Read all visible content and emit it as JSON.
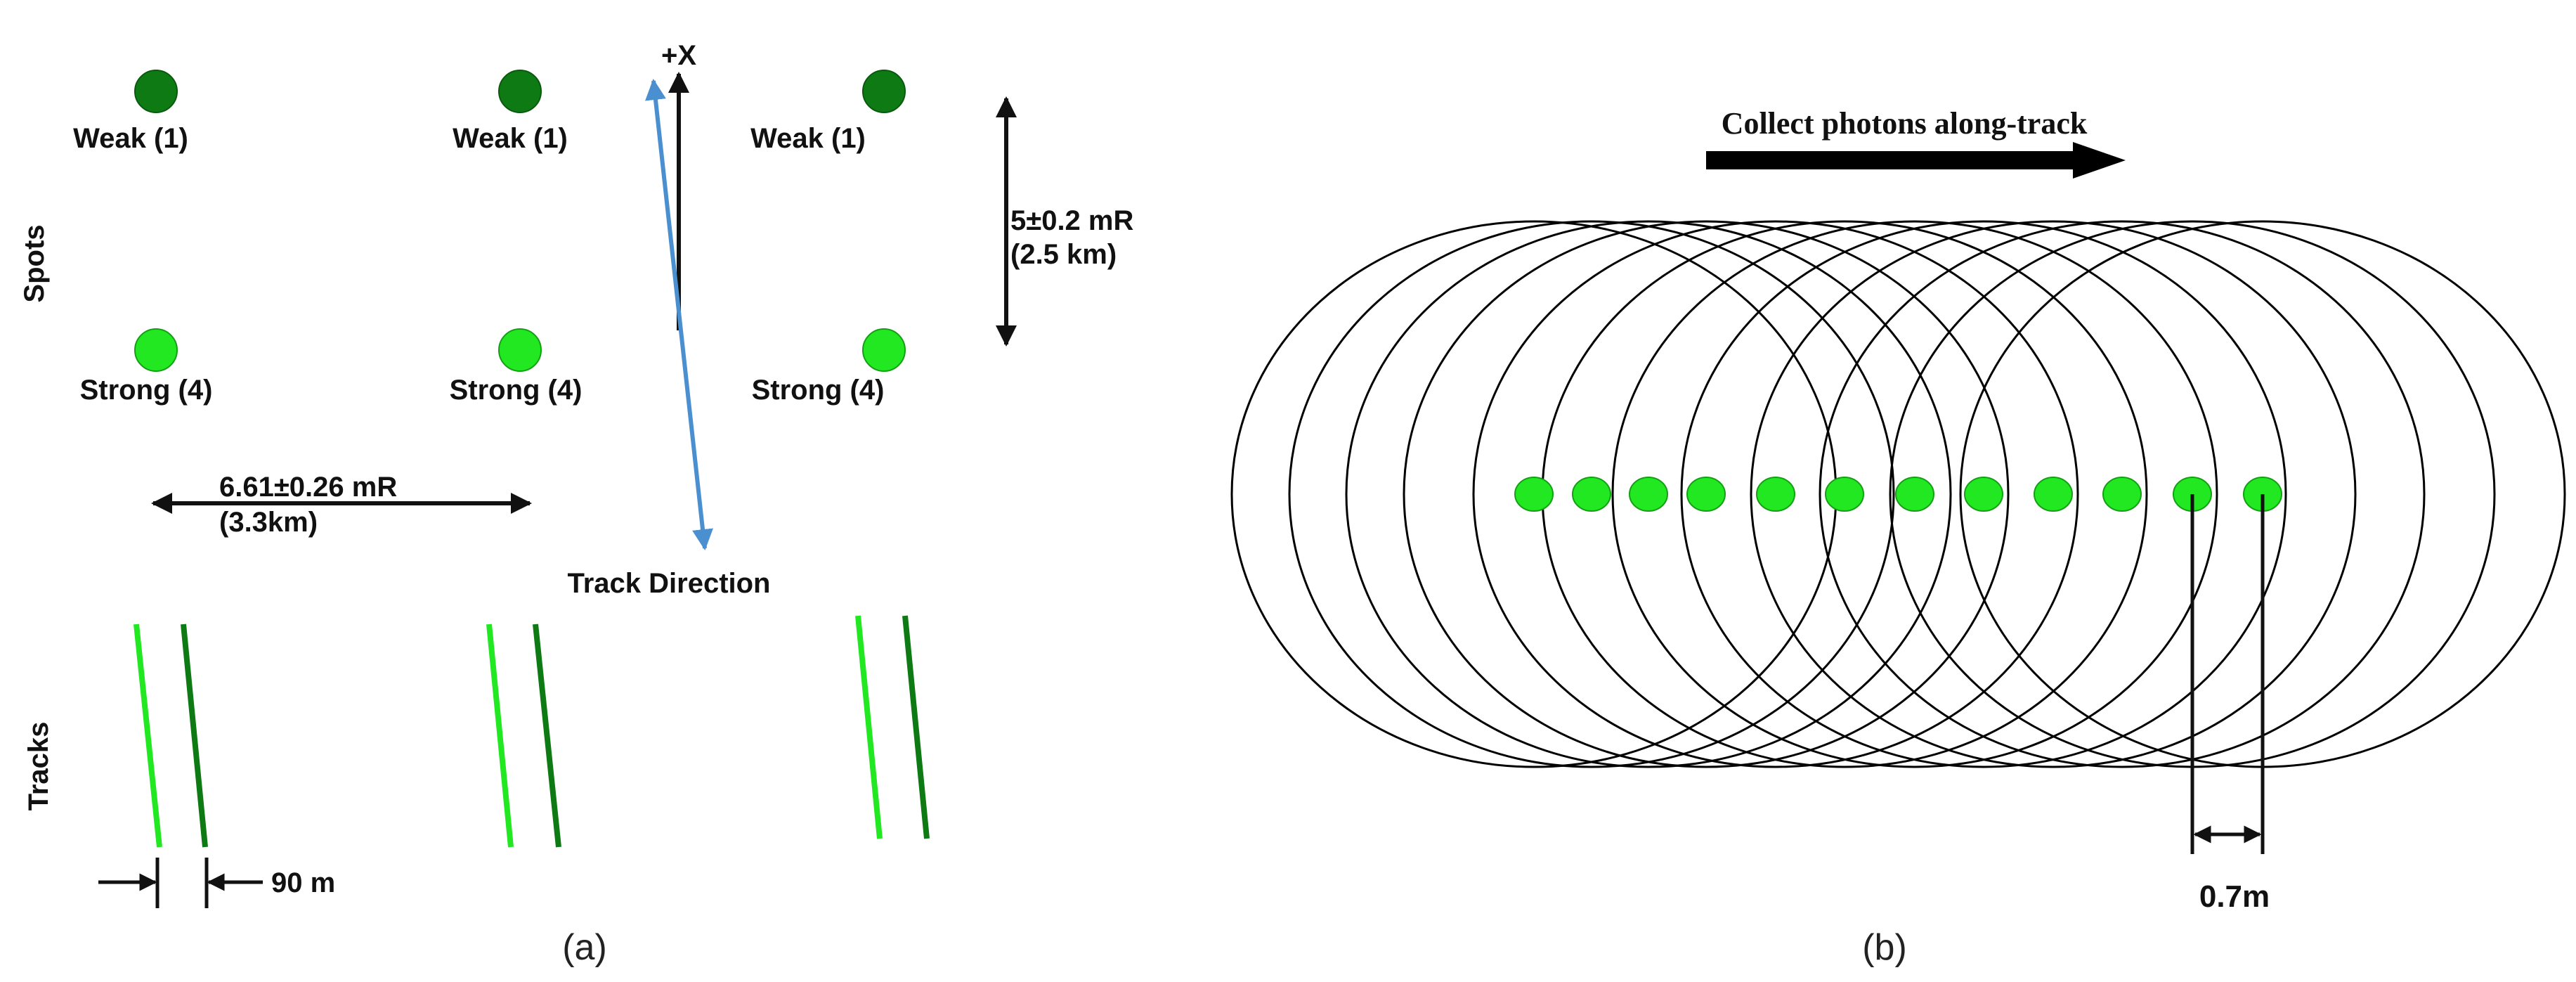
{
  "panel_a": {
    "spots_label": "Spots",
    "tracks_label": "Tracks",
    "weak_label": "Weak (1)",
    "strong_label": "Strong (4)",
    "x_axis_label": "+X",
    "vertical_sep_line1": "5±0.2 mR",
    "vertical_sep_line2": "(2.5 km)",
    "horizontal_sep_line1": "6.61±0.26 mR",
    "horizontal_sep_line2": "(3.3km)",
    "track_direction_label": "Track Direction",
    "pair_spacing_label": "90 m",
    "caption": "(a)",
    "colors": {
      "strong": "#22e822",
      "weak": "#0e7a14",
      "track_arrow": "#4a8fcf"
    }
  },
  "panel_b": {
    "title": "Collect photons along-track",
    "spacing_label": "0.7m",
    "caption": "(b)",
    "footprint_count": 12,
    "colors": {
      "photon": "#22e822"
    }
  }
}
